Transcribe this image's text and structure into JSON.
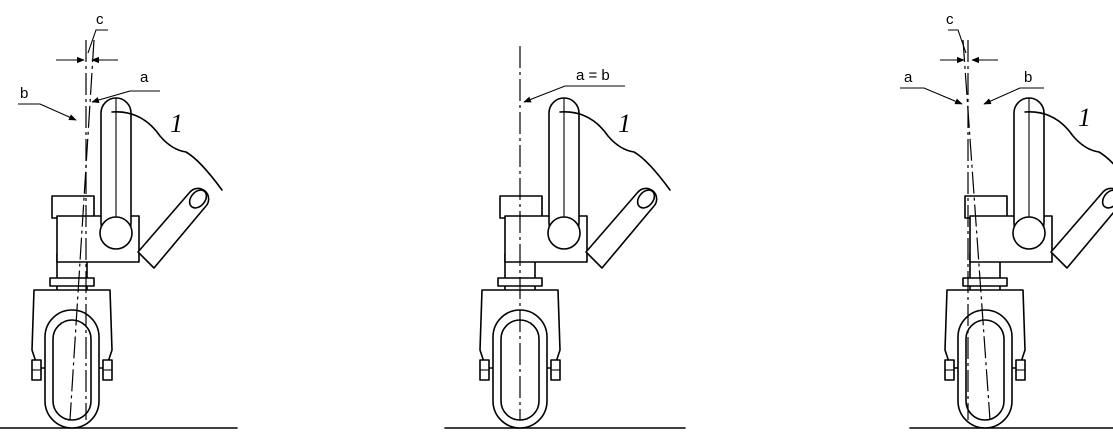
{
  "views": [
    {
      "id": "left",
      "labels": {
        "c": "c",
        "a": "a",
        "b": "b",
        "item": "1"
      }
    },
    {
      "id": "center",
      "labels": {
        "ab": "a = b",
        "item": "1"
      }
    },
    {
      "id": "right",
      "labels": {
        "c": "c",
        "a": "a",
        "b": "b",
        "item": "1"
      }
    }
  ]
}
